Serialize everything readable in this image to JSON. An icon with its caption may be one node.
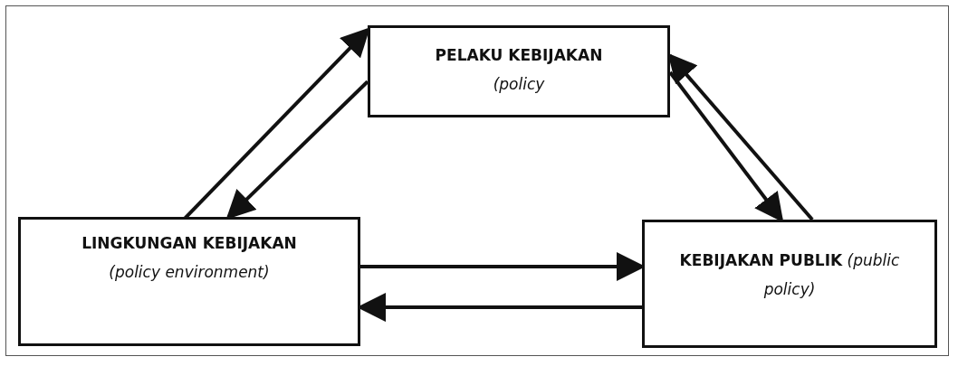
{
  "diagram": {
    "nodes": [
      {
        "text": [
          "PELAKU KEBIJAKAN",
          "(policy"
        ]
      },
      {
        "text": [
          "LINGKUNGAN KEBIJAKAN",
          "(policy environment)"
        ]
      },
      {
        "text": [
          "KEBIJAKAN PUBLIK",
          "(public policy)"
        ]
      }
    ],
    "edges": [
      {
        "from": 1,
        "to": 0,
        "arrow": "to"
      },
      {
        "from": 0,
        "to": 1,
        "arrow": "to"
      },
      {
        "from": 0,
        "to": 2,
        "arrow": "to"
      },
      {
        "from": 2,
        "to": 0,
        "arrow": "to"
      },
      {
        "from": 1,
        "to": 2,
        "arrow": "to"
      },
      {
        "from": 2,
        "to": 1,
        "arrow": "to"
      }
    ]
  }
}
